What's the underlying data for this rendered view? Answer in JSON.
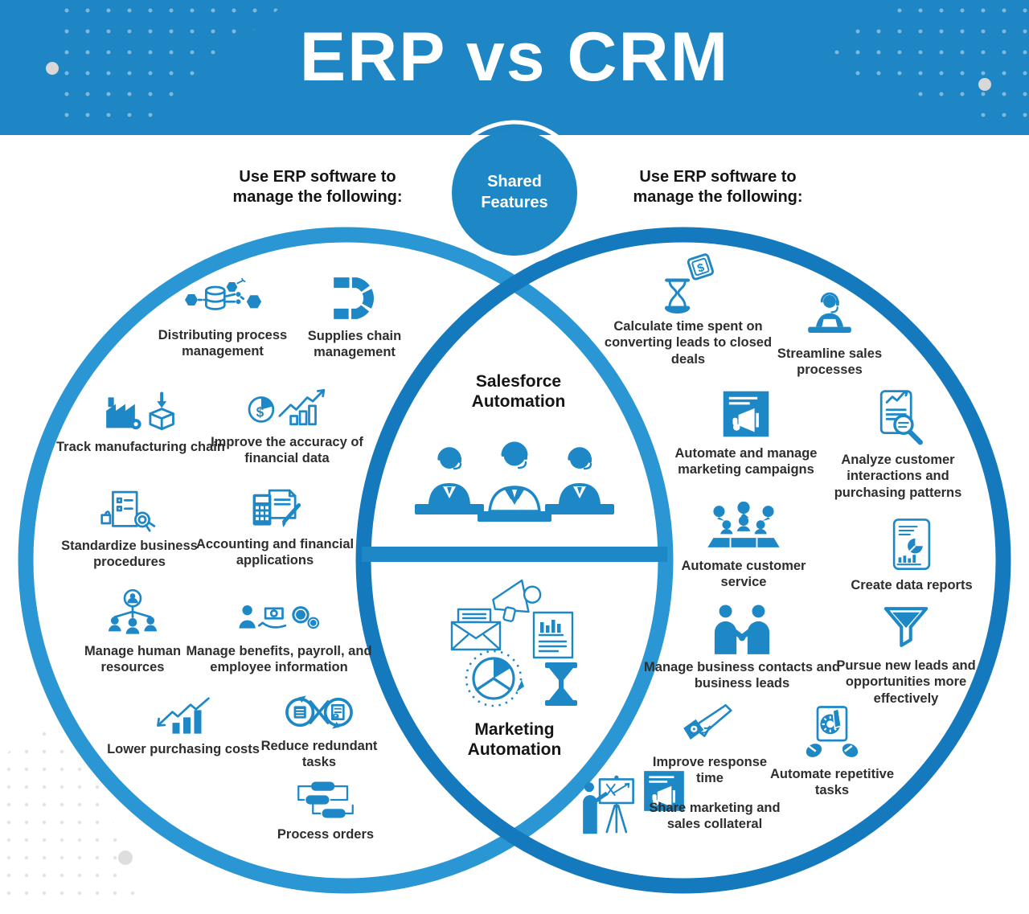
{
  "header": {
    "title": "ERP vs CRM"
  },
  "colors": {
    "header_blue": "#1f86c5",
    "left_circle_stroke": "#2a96d4",
    "right_circle_stroke": "#1579be",
    "icon_blue": "#1e88c7",
    "text_dark": "#2e2e2e"
  },
  "shared": {
    "badge_label": "Shared Features",
    "top_label": "Salesforce Automation",
    "bottom_label": "Marketing Automation",
    "top_icon": "call-center-agents-icon",
    "bottom_icon": "marketing-tools-icon"
  },
  "left_section": {
    "heading": "Use ERP software to manage the following:",
    "items": [
      {
        "label": "Distributing process management",
        "icon": "distribution-network-icon"
      },
      {
        "label": "Supplies chain management",
        "icon": "supply-chain-icon"
      },
      {
        "label": "Track manufacturing chain",
        "icon": "factory-box-icon"
      },
      {
        "label": "Improve the accuracy of financial data",
        "icon": "finance-chart-icon"
      },
      {
        "label": "Standardize business procedures",
        "icon": "document-seal-icon"
      },
      {
        "label": "Accounting and financial applications",
        "icon": "calculator-pen-icon"
      },
      {
        "label": "Manage human resources",
        "icon": "org-people-icon"
      },
      {
        "label": "Manage benefits, payroll, and employee information",
        "icon": "payroll-coins-icon"
      },
      {
        "label": "Lower purchasing costs",
        "icon": "bars-down-arrow-icon"
      },
      {
        "label": "Reduce redundant tasks",
        "icon": "infinity-loop-icon"
      },
      {
        "label": "Process orders",
        "icon": "flowchart-icon"
      }
    ]
  },
  "right_section": {
    "heading": "Use ERP software to manage the following:",
    "items": [
      {
        "label": "Calculate time spent on converting leads to closed deals",
        "icon": "hourglass-dollar-icon"
      },
      {
        "label": "Streamline sales processes",
        "icon": "sales-agent-icon"
      },
      {
        "label": "Automate and manage marketing campaigns",
        "icon": "megaphone-square-icon"
      },
      {
        "label": "Analyze customer interactions and purchasing patterns",
        "icon": "document-magnifier-icon"
      },
      {
        "label": "Automate customer service",
        "icon": "people-chat-icon"
      },
      {
        "label": "Create data reports",
        "icon": "data-report-icon"
      },
      {
        "label": "Manage business contacts and business leads",
        "icon": "handshake-icon"
      },
      {
        "label": "Pursue new leads and opportunities more effectively",
        "icon": "funnel-icon"
      },
      {
        "label": "Improve response time",
        "icon": "pointing-hand-icon"
      },
      {
        "label": "Automate repetitive tasks",
        "icon": "press-button-icon"
      },
      {
        "label": "Share marketing and sales collateral",
        "icon": "presenter-megaphone-icon"
      }
    ]
  }
}
